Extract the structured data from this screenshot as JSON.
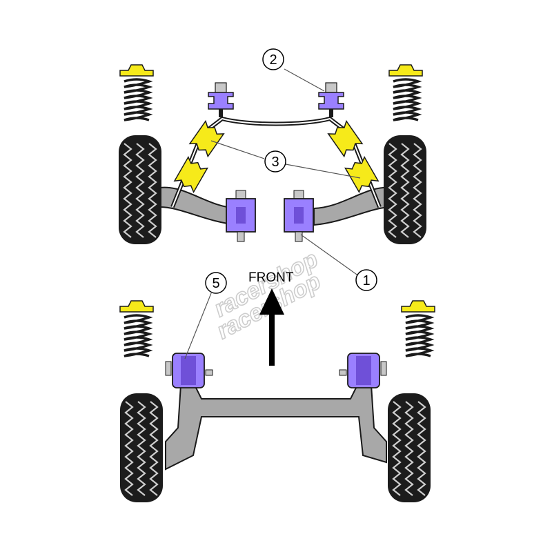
{
  "diagram": {
    "direction_label": "FRONT",
    "callouts": [
      {
        "id": "1",
        "label": "1"
      },
      {
        "id": "2",
        "label": "2"
      },
      {
        "id": "3",
        "label": "3"
      },
      {
        "id": "5",
        "label": "5"
      }
    ],
    "watermark": "racershop",
    "colors": {
      "bush": "#9a80ff",
      "bush_dark": "#6f50d8",
      "bump_stop": "#f6ea1a",
      "spring": "#1a1a1a",
      "tyre": "#1a1a1a",
      "axle": "#a8a8a8",
      "bolt": "#c8c8c8"
    }
  }
}
